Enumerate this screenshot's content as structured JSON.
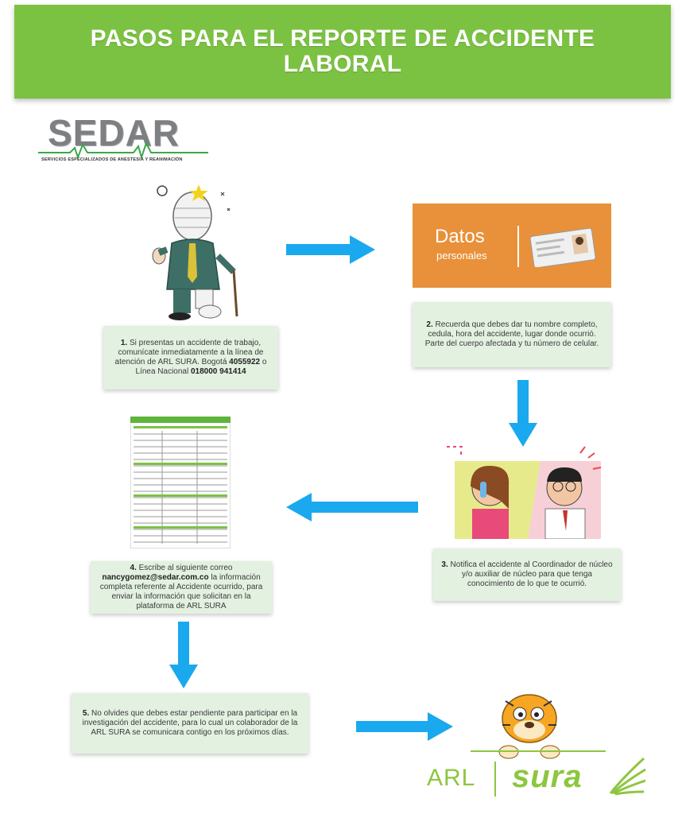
{
  "title_line1": "PASOS PARA EL REPORTE DE ACCIDENTE",
  "title_line2": "LABORAL",
  "logo": {
    "name": "SEDAR",
    "subtitle": "SERVICIOS ESPECIALIZADOS DE ANESTESIA Y REANIMACIÓN"
  },
  "datos_card": {
    "title": "Datos",
    "subtitle": "personales"
  },
  "steps": {
    "s1": {
      "num": "1.",
      "t1": " Si presentas un accidente de trabajo, comunícate inmediatamente a la línea de atención de ARL SURA. Bogotá ",
      "phone1": "4055922",
      "t2": " o Línea Nacional ",
      "phone2": "018000 941414"
    },
    "s2": {
      "num": "2.",
      "text": " Recuerda que debes dar tu nombre completo, cedula, hora del accidente, lugar donde ocurrió. Parte del cuerpo afectada y tu número de celular."
    },
    "s3": {
      "num": "3.",
      "text": " Notifica el accidente al Coordinador de núcleo y/o auxiliar de núcleo para que tenga conocimiento de lo que te ocurrió."
    },
    "s4": {
      "num": "4.",
      "t1": "  Escribe al siguiente correo ",
      "email": "nancygomez@sedar.com.co",
      "t2": " la información completa referente al Accidente ocurrido,  para enviar la información que solicitan en la plataforma de ARL SURA"
    },
    "s5": {
      "num": "5.",
      "text": " No olvides que debes estar pendiente para participar en la investigación del accidente, para lo cual un colaborador de la ARL SURA  se comunicara contigo en los próximos días."
    }
  },
  "brand": {
    "arl": "ARL",
    "sura": "sura"
  },
  "colors": {
    "header_green": "#7cc242",
    "box_bg": "#e3f1e1",
    "arrow_blue": "#1aa9ee",
    "datos_orange": "#e8913a",
    "sura_green": "#8dc63f"
  }
}
